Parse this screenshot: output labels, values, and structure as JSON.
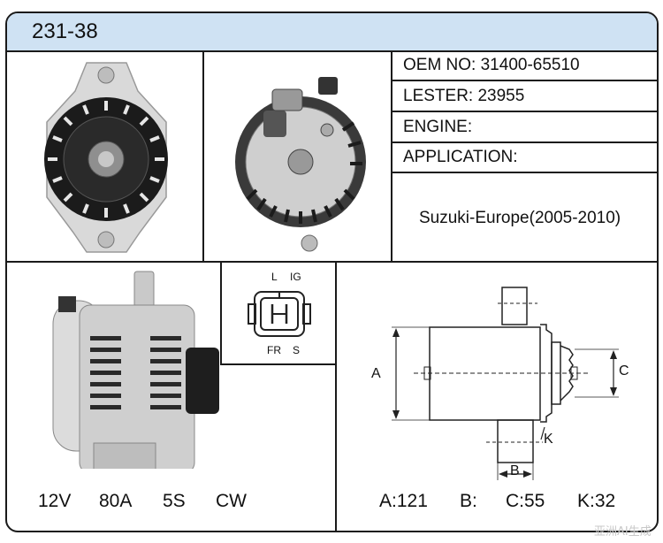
{
  "header": {
    "model_code": "231-38"
  },
  "info": {
    "oem_label": "OEM NO: 31400-65510",
    "lester_label": "LESTER: 23955",
    "engine_label": "ENGINE:",
    "application_label": "APPLICATION:",
    "application_value": "Suzuki-Europe(2005-2010)"
  },
  "connector": {
    "pin_l": "L",
    "pin_ig": "IG",
    "pin_fr": "FR",
    "pin_s": "S"
  },
  "specs": {
    "voltage": "12V",
    "amperage": "80A",
    "pulley": "5S",
    "rotation": "CW"
  },
  "dimensions": {
    "label_a": "A",
    "label_b": "B",
    "label_c": "C",
    "label_k": "K",
    "a": "A:121",
    "b": "B:",
    "c": "C:55",
    "k": "K:32"
  },
  "watermark": "亚洲AI生成"
}
